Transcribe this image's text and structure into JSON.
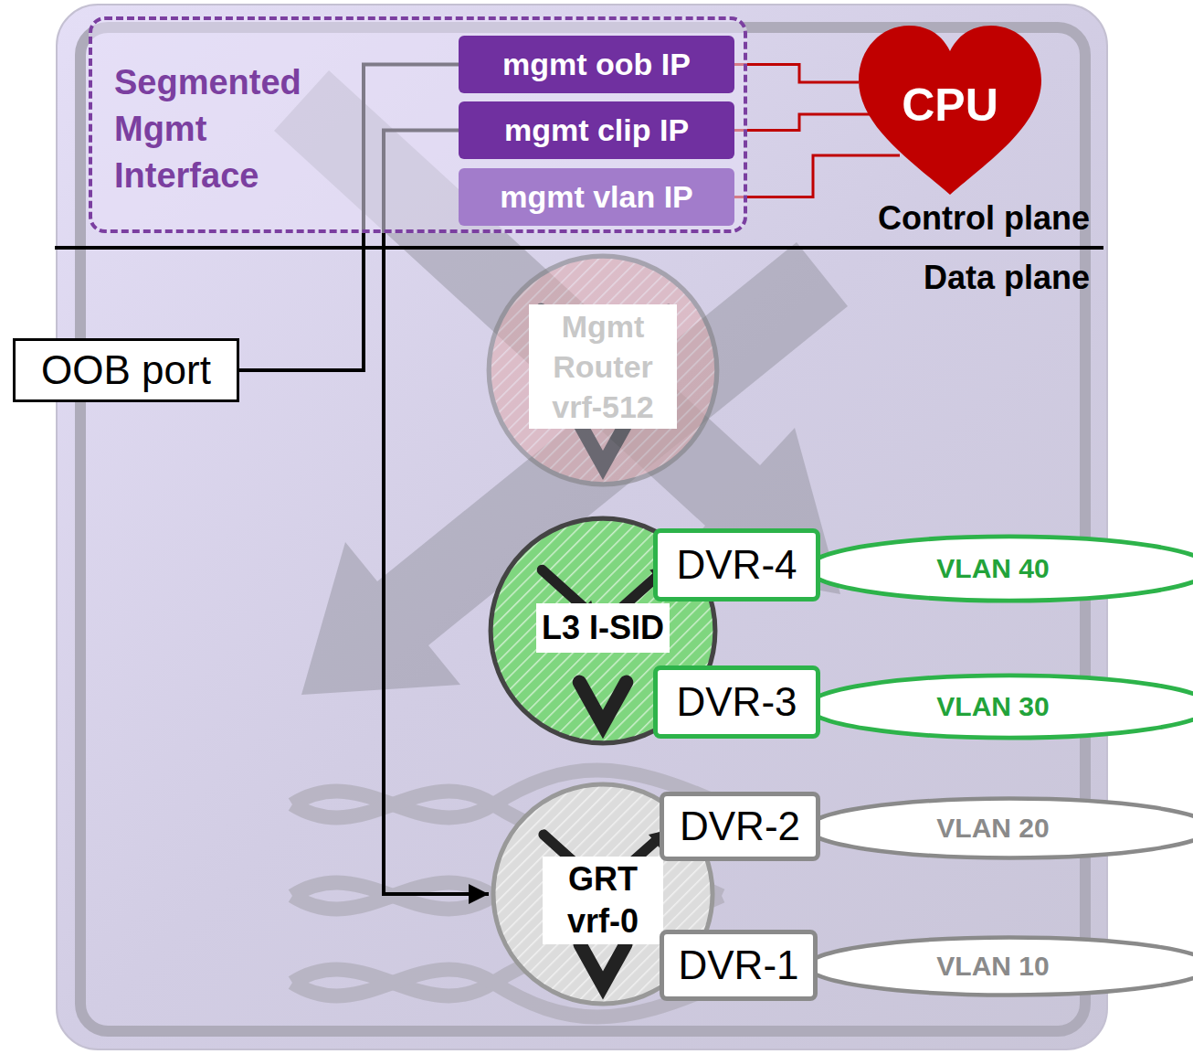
{
  "diagram": {
    "nodes": [
      {
        "text": [
          "Segmented Mgmt Interface"
        ]
      },
      {
        "text": [
          "mgmt oob IP"
        ],
        "in": 0
      },
      {
        "text": [
          "mgmt clip IP"
        ],
        "in": 0
      },
      {
        "text": [
          "mgmt vlan IP"
        ],
        "in": 0
      },
      {
        "text": [
          "CPU"
        ]
      },
      {
        "text": [
          "OOB port"
        ]
      },
      {
        "text": [
          "Mgmt Router vrf-512"
        ]
      },
      {
        "text": [
          "L3 I-SID"
        ]
      },
      {
        "text": [
          "DVR-4"
        ]
      },
      {
        "text": [
          "VLAN 40"
        ]
      },
      {
        "text": [
          "DVR-3"
        ]
      },
      {
        "text": [
          "VLAN 30"
        ]
      },
      {
        "text": [
          "GRT vrf-0"
        ]
      },
      {
        "text": [
          "DVR-2"
        ]
      },
      {
        "text": [
          "VLAN 20"
        ]
      },
      {
        "text": [
          "DVR-1"
        ]
      },
      {
        "text": [
          "VLAN 10"
        ]
      }
    ],
    "edges": [
      {
        "from": 5,
        "to": 1,
        "arrow": "none"
      },
      {
        "from": 2,
        "to": 12,
        "arrow": "to"
      },
      {
        "from": 1,
        "to": 4,
        "arrow": "none"
      },
      {
        "from": 2,
        "to": 4,
        "arrow": "none"
      },
      {
        "from": 3,
        "to": 4,
        "arrow": "none"
      }
    ],
    "labels": [
      "Control plane",
      "Data plane"
    ]
  }
}
